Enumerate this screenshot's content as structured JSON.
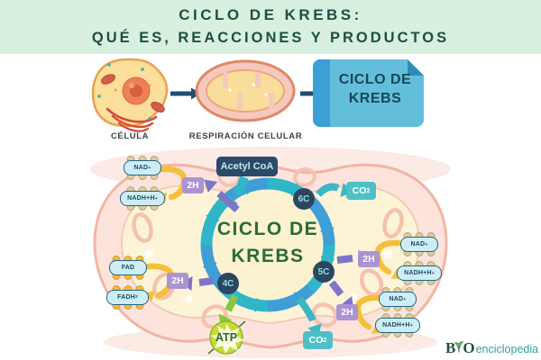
{
  "title": {
    "line1": "CICLO DE KREBS:",
    "line2": "QUÉ ES, REACCIONES Y PRODUCTOS"
  },
  "flow": {
    "cell_label": "CÉLULA",
    "mitochondria_label": "RESPIRACIÓN CELULAR",
    "doc_line1": "CICLO DE",
    "doc_line2": "KREBS"
  },
  "cycle": {
    "acetyl_coa": "Acetyl CoA",
    "center_line1": "CICLO DE",
    "center_line2": "KREBS",
    "node_6c": "6C",
    "node_5c": "5C",
    "node_4c": "4C",
    "h2": "2H",
    "co2_base": "CO",
    "co2_sub": "2",
    "nad_base": "NAD",
    "nad_sup": "+",
    "nadh_base": "NADH+H",
    "nadh_sup": "+",
    "fad": "FAD",
    "fadh_base": "FADH",
    "fadh_sub": "2",
    "atp": "ATP"
  },
  "logo": {
    "b": "B",
    "o": "O",
    "rest": "enciclopedia"
  },
  "colors": {
    "header_bg": "#d8f0e0",
    "title_green": "#1d4f41",
    "cycle_blue": "#3f9ed6",
    "cycle_teal": "#2fb6c9",
    "purple_arrow": "#7d76c6",
    "yellow_arrow": "#f5bf3a",
    "green_arrow": "#8cc63e",
    "navy_box": "#2c4a68",
    "co2_teal": "#4fc0c6",
    "h2_purple": "#ab94d2",
    "pill_blue": "#cdeef8",
    "atp_green": "#c6dc35",
    "mito_pink": "#fce4dd",
    "mito_cream": "#fdf4d8"
  }
}
